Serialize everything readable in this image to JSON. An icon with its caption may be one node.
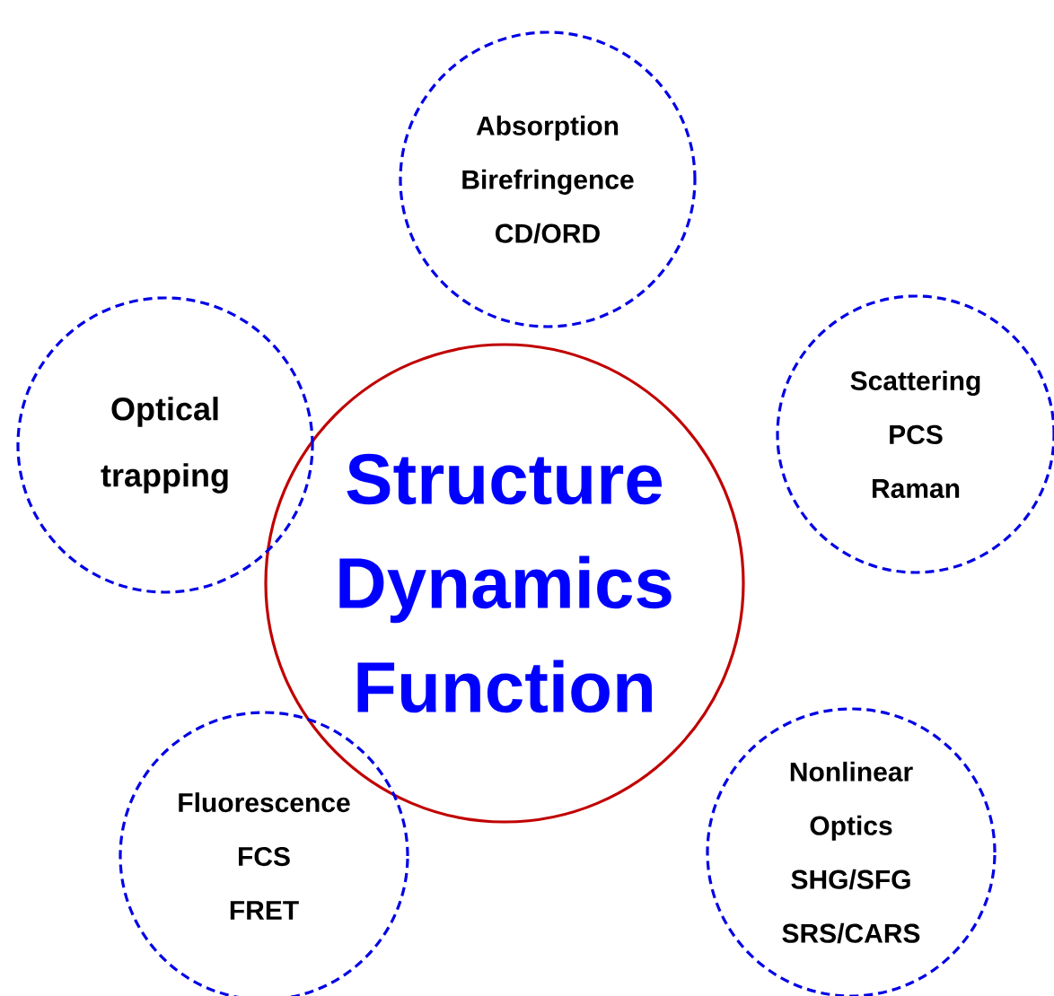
{
  "diagram": {
    "nodes": [
      {
        "text": [
          "Structure",
          "Dynamics",
          "Function"
        ]
      },
      {
        "text": [
          "Absorption",
          "Birefringence",
          "CD/ORD"
        ]
      },
      {
        "text": [
          "Optical trapping"
        ]
      },
      {
        "text": [
          "Scattering",
          "PCS",
          "Raman"
        ]
      },
      {
        "text": [
          "Fluorescence",
          "FCS",
          "FRET"
        ]
      },
      {
        "text": [
          "Nonlinear Optics",
          "SHG/SFG",
          "SRS/CARS"
        ]
      }
    ]
  }
}
